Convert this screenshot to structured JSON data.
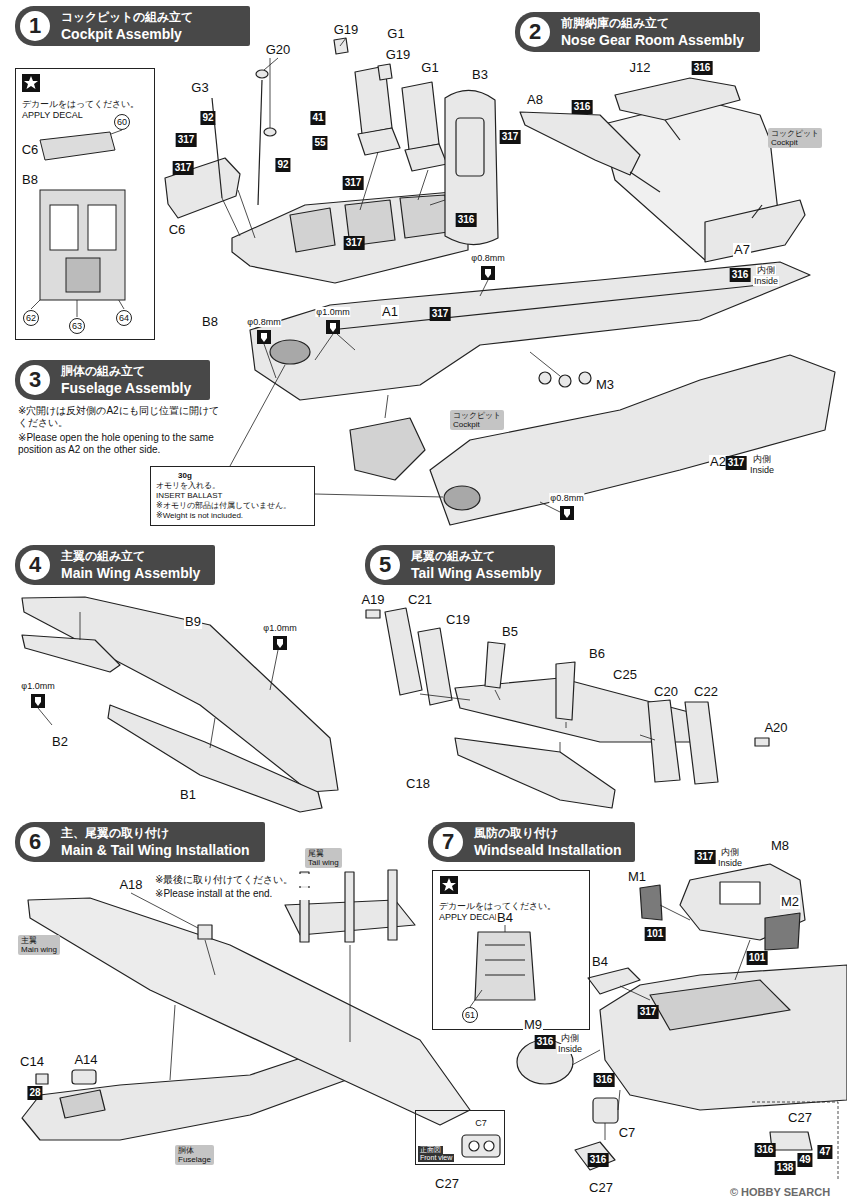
{
  "diagram": {
    "nodes": [
      {
        "text": [
          "1",
          "コックピットの組み立て",
          "Cockpit Assembly"
        ]
      },
      {
        "text": [
          "デカールをはってください。",
          "APPLY DECAL"
        ]
      },
      {
        "text": [
          "2",
          "前脚納庫の組み立て",
          "Nose Gear Room Assembly"
        ]
      },
      {
        "text": [
          "コックピット",
          "Cockpit"
        ]
      },
      {
        "text": [
          "3",
          "胴体の組み立て",
          "Fuselage Assembly"
        ]
      },
      {
        "text": [
          "コックピット",
          "Cockpit"
        ]
      },
      {
        "text": [
          "30g",
          "オモリを入れる。",
          "INSERT BALLAST",
          "※オモリの部品は付属していません。",
          "※Weight is not included."
        ]
      },
      {
        "text": [
          "4",
          "主翼の組み立て",
          "Main Wing Assembly"
        ]
      },
      {
        "text": [
          "5",
          "尾翼の組み立て",
          "Tail Wing Assembly"
        ]
      },
      {
        "text": [
          "6",
          "主、尾翼の取り付け",
          "Main & Tail Wing Installation"
        ]
      },
      {
        "text": [
          "尾翼",
          "Tail wing"
        ]
      },
      {
        "text": [
          "主翼",
          "Main wing"
        ]
      },
      {
        "text": [
          "胴体",
          "Fuselage"
        ]
      },
      {
        "text": [
          "7",
          "風防の取り付け",
          "Windseald Installation"
        ]
      },
      {
        "text": [
          "デカールをはってください。",
          "APPLY DECAL"
        ]
      },
      {
        "text": [
          "正面図",
          "Front view"
        ]
      }
    ],
    "labels": [
      "G19",
      "G1",
      "G19",
      "G1",
      "G20",
      "G3",
      "92",
      "92",
      "41",
      "55",
      "B3",
      "317",
      "317",
      "317",
      "317",
      "316",
      "317",
      "C6",
      "B8",
      "C6",
      "60",
      "B8",
      "62",
      "63",
      "64",
      "J12",
      "316",
      "A8",
      "316",
      "A7",
      "316",
      "内側",
      "Inside",
      "※穴開けは反対側のA2にも同じ位置に開けてください。",
      "※Please open the hole opening to the same position as A2 on the other side.",
      "A1",
      "317",
      "φ0.8mm",
      "φ1.0mm",
      "φ0.8mm",
      "φ0.8mm",
      "M3",
      "A2",
      "317",
      "内側",
      "Inside",
      "B9",
      "φ1.0mm",
      "φ1.0mm",
      "B2",
      "B1",
      "A19",
      "C21",
      "C19",
      "B5",
      "B6",
      "C25",
      "C20",
      "C22",
      "A20",
      "C18",
      "A18",
      "※最後に取り付けてください。",
      "※Please install at the end.",
      "A14",
      "C14",
      "28",
      "M8",
      "317",
      "内側",
      "Inside",
      "M1",
      "M2",
      "101",
      "101",
      "B4",
      "317",
      "B4",
      "61",
      "M9",
      "316",
      "内側",
      "Inside",
      "316",
      "C7",
      "316",
      "C27",
      "C7",
      "C27",
      "C27",
      "316",
      "138",
      "49",
      "47",
      "© HOBBY SEARCH"
    ]
  }
}
